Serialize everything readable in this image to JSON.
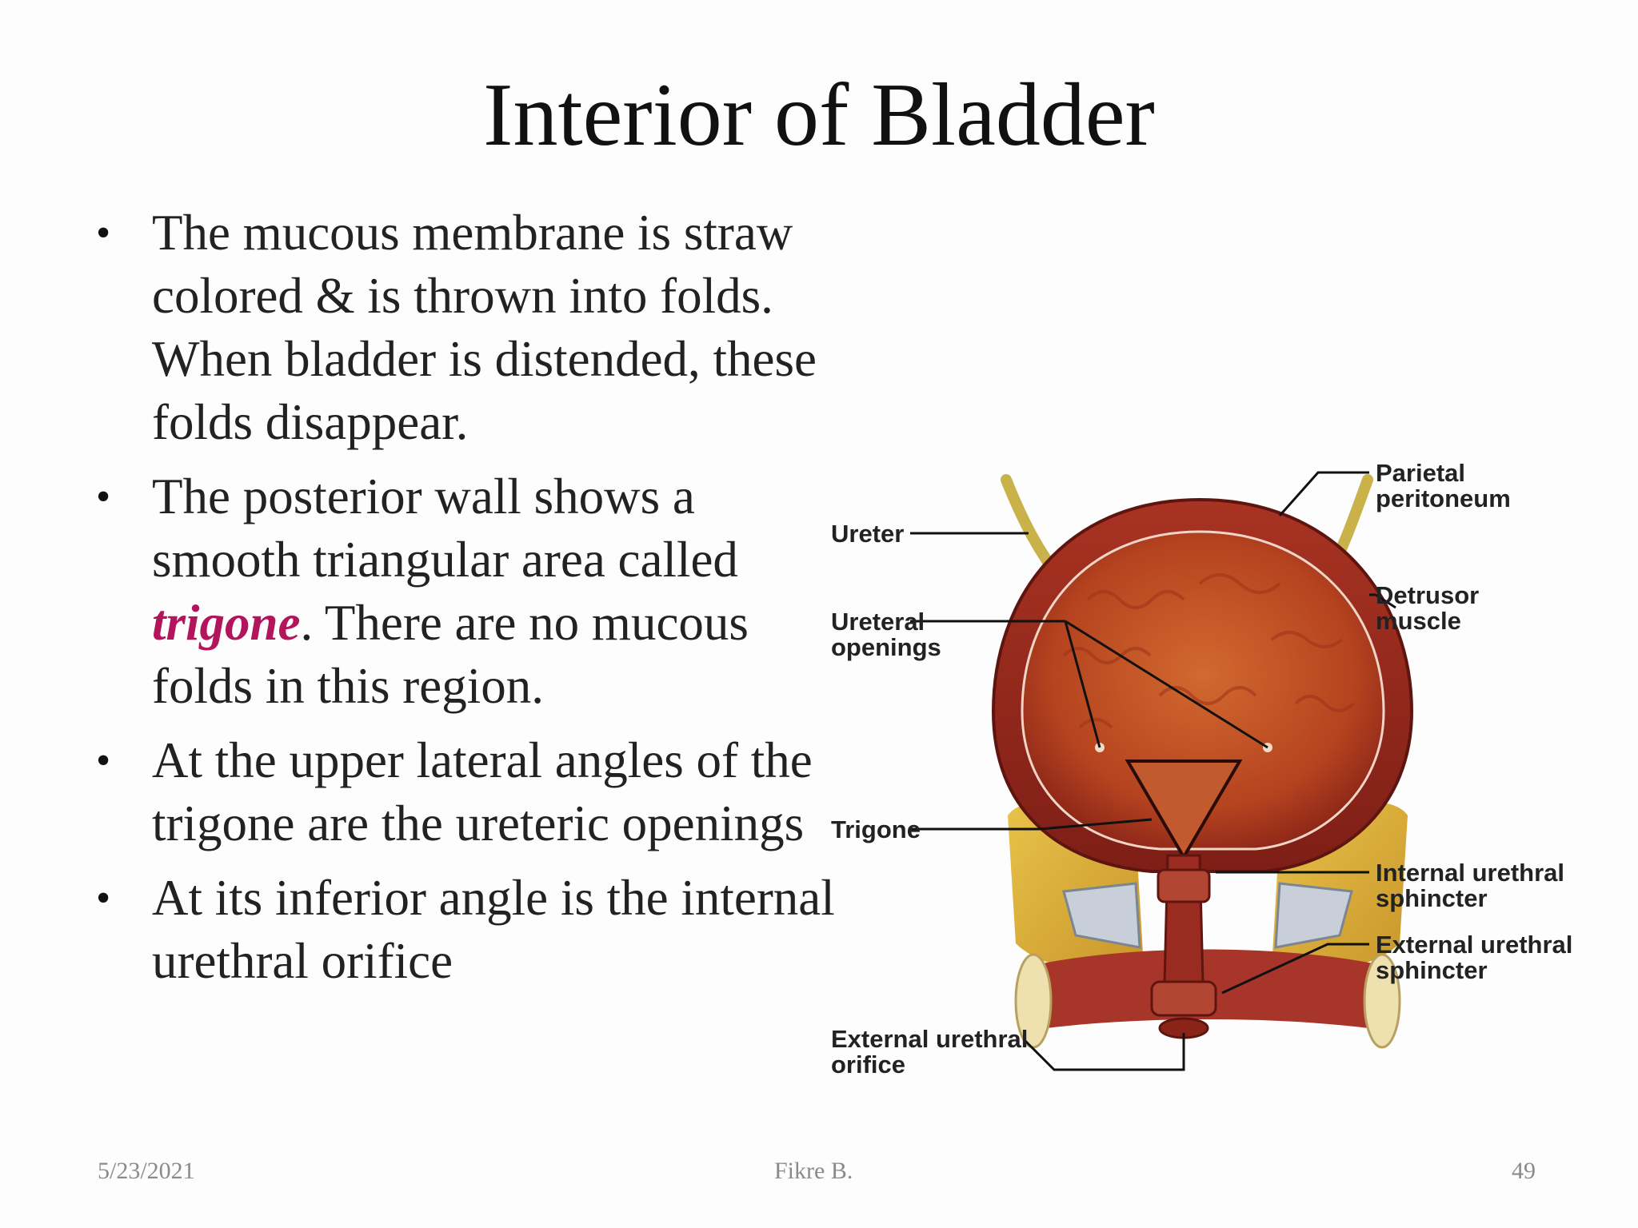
{
  "slide": {
    "title": "Interior of Bladder",
    "bullets": [
      {
        "text": "The mucous membrane is straw colored & is thrown into folds. When bladder is distended, these folds disappear."
      },
      {
        "before": "The posterior wall shows a smooth triangular area called ",
        "term": "trigone",
        "after": ". There are no mucous folds in this region."
      },
      {
        "text": "At the upper lateral angles of the trigone are the ureteric openings"
      },
      {
        "text": "At its inferior angle is the internal urethral orifice"
      }
    ],
    "term_color": "#b3155d"
  },
  "diagram": {
    "labels": {
      "ureter": "Ureter",
      "ureteral_1": "Ureteral",
      "ureteral_2": "openings",
      "trigone": "Trigone",
      "ext_orifice_1": "External urethral",
      "ext_orifice_2": "orifice",
      "parietal_1": "Parietal",
      "parietal_2": "peritoneum",
      "detrusor_1": "Detrusor",
      "detrusor_2": "muscle",
      "internal_1": "Internal urethral",
      "internal_2": "sphincter",
      "external_1": "External urethral",
      "external_2": "sphincter"
    }
  },
  "footer": {
    "date": "5/23/2021",
    "author": "Fikre B.",
    "page": "49"
  }
}
